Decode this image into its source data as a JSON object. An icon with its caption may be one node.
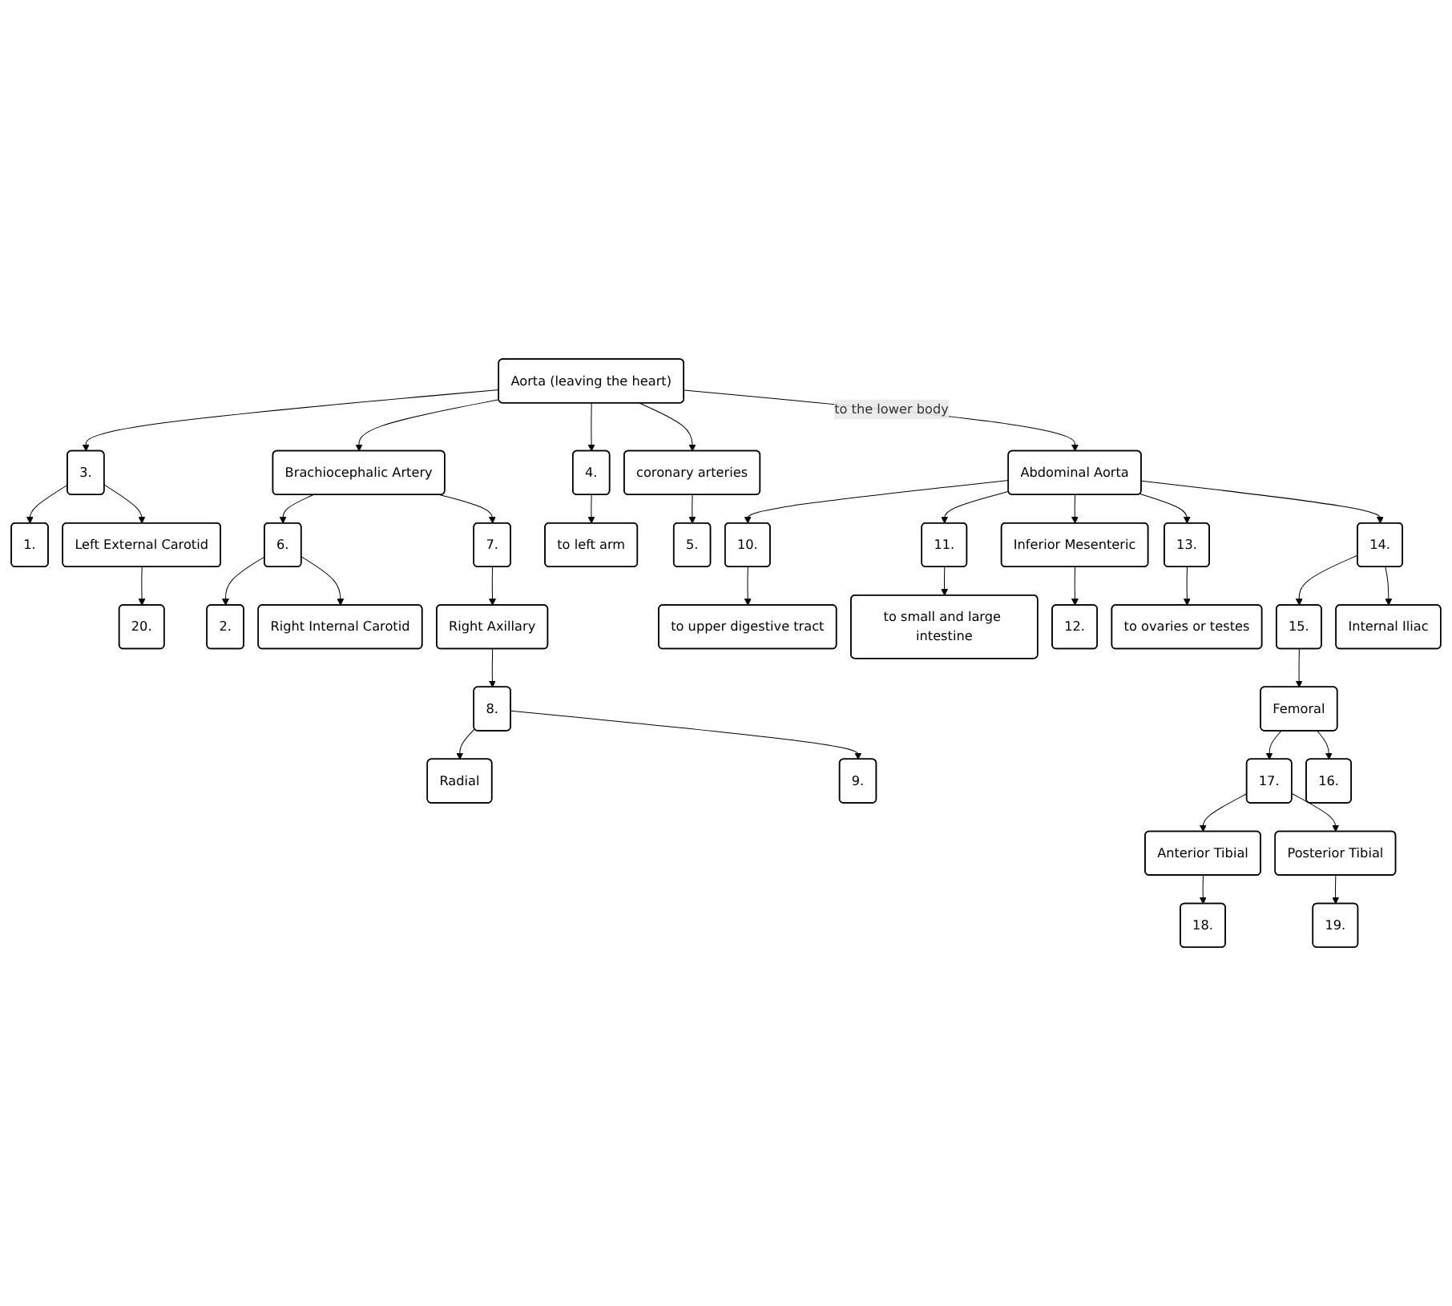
{
  "diagram": {
    "nodes": [
      {
        "text": [
          "2."
        ]
      },
      {
        "text": [
          "Right Internal Carotid"
        ]
      },
      {
        "text": [
          "1."
        ]
      },
      {
        "text": [
          "6."
        ]
      },
      {
        "text": [
          "Left External Carotid"
        ]
      },
      {
        "text": [
          "20."
        ]
      },
      {
        "text": [
          "3."
        ]
      },
      {
        "text": [
          "Brachiocephalic Artery"
        ]
      },
      {
        "text": [
          "4."
        ]
      },
      {
        "text": [
          "to left arm"
        ]
      },
      {
        "text": [
          "7."
        ]
      },
      {
        "text": [
          "Aorta (leaving the heart)"
        ]
      },
      {
        "text": [
          "coronary arteries"
        ]
      },
      {
        "text": [
          "5."
        ]
      },
      {
        "text": [
          "Right Axillary"
        ]
      },
      {
        "text": [
          "Abdominal Aorta"
        ]
      },
      {
        "text": [
          "10."
        ]
      },
      {
        "text": [
          "to upper digestive tract"
        ]
      },
      {
        "text": [
          "8."
        ]
      },
      {
        "text": [
          "11."
        ]
      },
      {
        "text": [
          "to small and large intestine"
        ]
      },
      {
        "text": [
          "Radial"
        ]
      },
      {
        "text": [
          "9."
        ]
      },
      {
        "text": [
          "14."
        ]
      },
      {
        "text": [
          "Inferior Mesenteric"
        ]
      },
      {
        "text": [
          "12."
        ]
      },
      {
        "text": [
          "15."
        ]
      },
      {
        "text": [
          "Internal Iliac"
        ]
      },
      {
        "text": [
          "13."
        ]
      },
      {
        "text": [
          "to ovaries or testes"
        ]
      },
      {
        "text": [
          "Femoral"
        ]
      },
      {
        "text": [
          "17."
        ]
      },
      {
        "text": [
          "16."
        ]
      },
      {
        "text": [
          "Anterior Tibial"
        ]
      },
      {
        "text": [
          "Posterior Tibial"
        ]
      },
      {
        "text": [
          "18."
        ]
      },
      {
        "text": [
          "19."
        ]
      }
    ],
    "edges": [
      {
        "from": 11,
        "to": 6,
        "arrow": "to"
      },
      {
        "from": 11,
        "to": 7,
        "arrow": "to"
      },
      {
        "from": 11,
        "to": 8,
        "arrow": "to"
      },
      {
        "from": 11,
        "to": 12,
        "arrow": "to"
      },
      {
        "from": 11,
        "to": 15,
        "arrow": "to",
        "label": "to the lower body"
      },
      {
        "from": 6,
        "to": 2,
        "arrow": "to"
      },
      {
        "from": 6,
        "to": 4,
        "arrow": "to"
      },
      {
        "from": 4,
        "to": 5,
        "arrow": "to"
      },
      {
        "from": 8,
        "to": 9,
        "arrow": "to"
      },
      {
        "from": 12,
        "to": 13,
        "arrow": "to"
      },
      {
        "from": 7,
        "to": 3,
        "arrow": "to"
      },
      {
        "from": 3,
        "to": 0,
        "arrow": "to"
      },
      {
        "from": 3,
        "to": 1,
        "arrow": "to"
      },
      {
        "from": 7,
        "to": 10,
        "arrow": "to"
      },
      {
        "from": 10,
        "to": 14,
        "arrow": "to"
      },
      {
        "from": 14,
        "to": 18,
        "arrow": "to"
      },
      {
        "from": 18,
        "to": 21,
        "arrow": "to"
      },
      {
        "from": 18,
        "to": 22,
        "arrow": "to"
      },
      {
        "from": 15,
        "to": 16,
        "arrow": "to"
      },
      {
        "from": 16,
        "to": 17,
        "arrow": "to"
      },
      {
        "from": 15,
        "to": 19,
        "arrow": "to"
      },
      {
        "from": 19,
        "to": 20,
        "arrow": "to"
      },
      {
        "from": 15,
        "to": 24,
        "arrow": "to"
      },
      {
        "from": 24,
        "to": 25,
        "arrow": "to"
      },
      {
        "from": 15,
        "to": 28,
        "arrow": "to"
      },
      {
        "from": 28,
        "to": 29,
        "arrow": "to"
      },
      {
        "from": 15,
        "to": 23,
        "arrow": "to"
      },
      {
        "from": 23,
        "to": 26,
        "arrow": "to"
      },
      {
        "from": 23,
        "to": 27,
        "arrow": "to"
      },
      {
        "from": 26,
        "to": 30,
        "arrow": "to"
      },
      {
        "from": 30,
        "to": 31,
        "arrow": "to"
      },
      {
        "from": 30,
        "to": 32,
        "arrow": "to"
      },
      {
        "from": 31,
        "to": 33,
        "arrow": "to"
      },
      {
        "from": 31,
        "to": 34,
        "arrow": "to"
      },
      {
        "from": 33,
        "to": 35,
        "arrow": "to"
      },
      {
        "from": 34,
        "to": 36,
        "arrow": "to"
      }
    ]
  }
}
